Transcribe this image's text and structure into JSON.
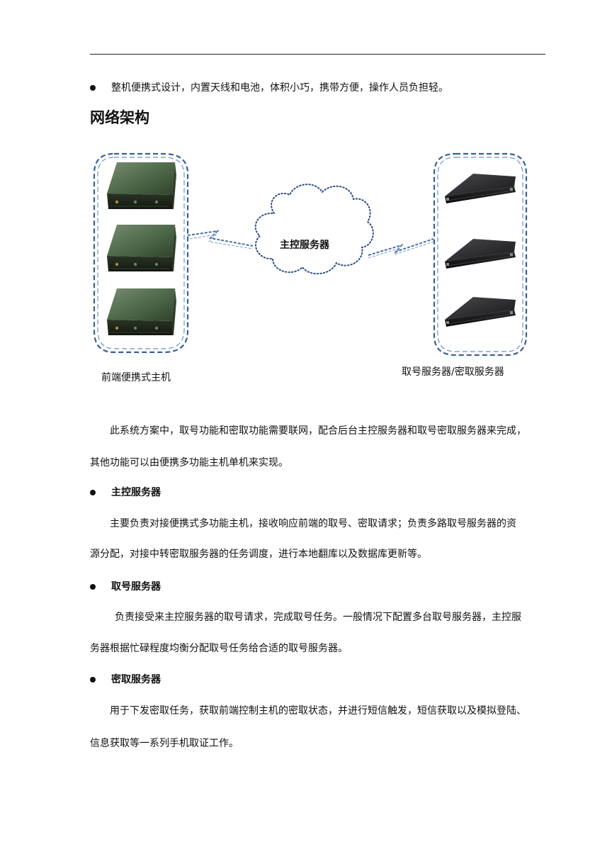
{
  "top_bullet": "整机便携式设计，内置天线和电池，体积小巧，携带方便，操作人员负担轻。",
  "section_title": "网络架构",
  "diagram": {
    "cloud_label": "主控服务器",
    "left_caption": "前端便携式主机",
    "right_caption": "取号服务器/密取服务器",
    "colors": {
      "dash_border": "#3a5f9a",
      "cloud_dots": "#2e4f86",
      "link": "#4a6fa8"
    }
  },
  "intro": {
    "line1": "此系统方案中，取号功能和密取功能需要联网，配合后台主控服务器和取号密取服务器来完成，",
    "line2": "其他功能可以由便携多功能主机单机来实现。"
  },
  "sections": [
    {
      "title": "主控服务器",
      "line1": "主要负责对接便携式多功能主机，接收响应前端的取号、密取请求；负责多路取号服务器的资",
      "line2": "源分配，对接中转密取服务器的任务调度，进行本地翻库以及数据库更新等。"
    },
    {
      "title": "取号服务器",
      "line1": "负责接受来主控服务器的取号请求，完成取号任务。一般情况下配置多台取号服务器，主控服",
      "line2": "务器根据忙碌程度均衡分配取号任务给合适的取号服务器。"
    },
    {
      "title": "密取服务器",
      "line1": "用于下发密取任务，获取前端控制主机的密取状态，并进行短信触发，短信获取以及模拟登陆、",
      "line2": "信息获取等一系列手机取证工作。"
    }
  ]
}
